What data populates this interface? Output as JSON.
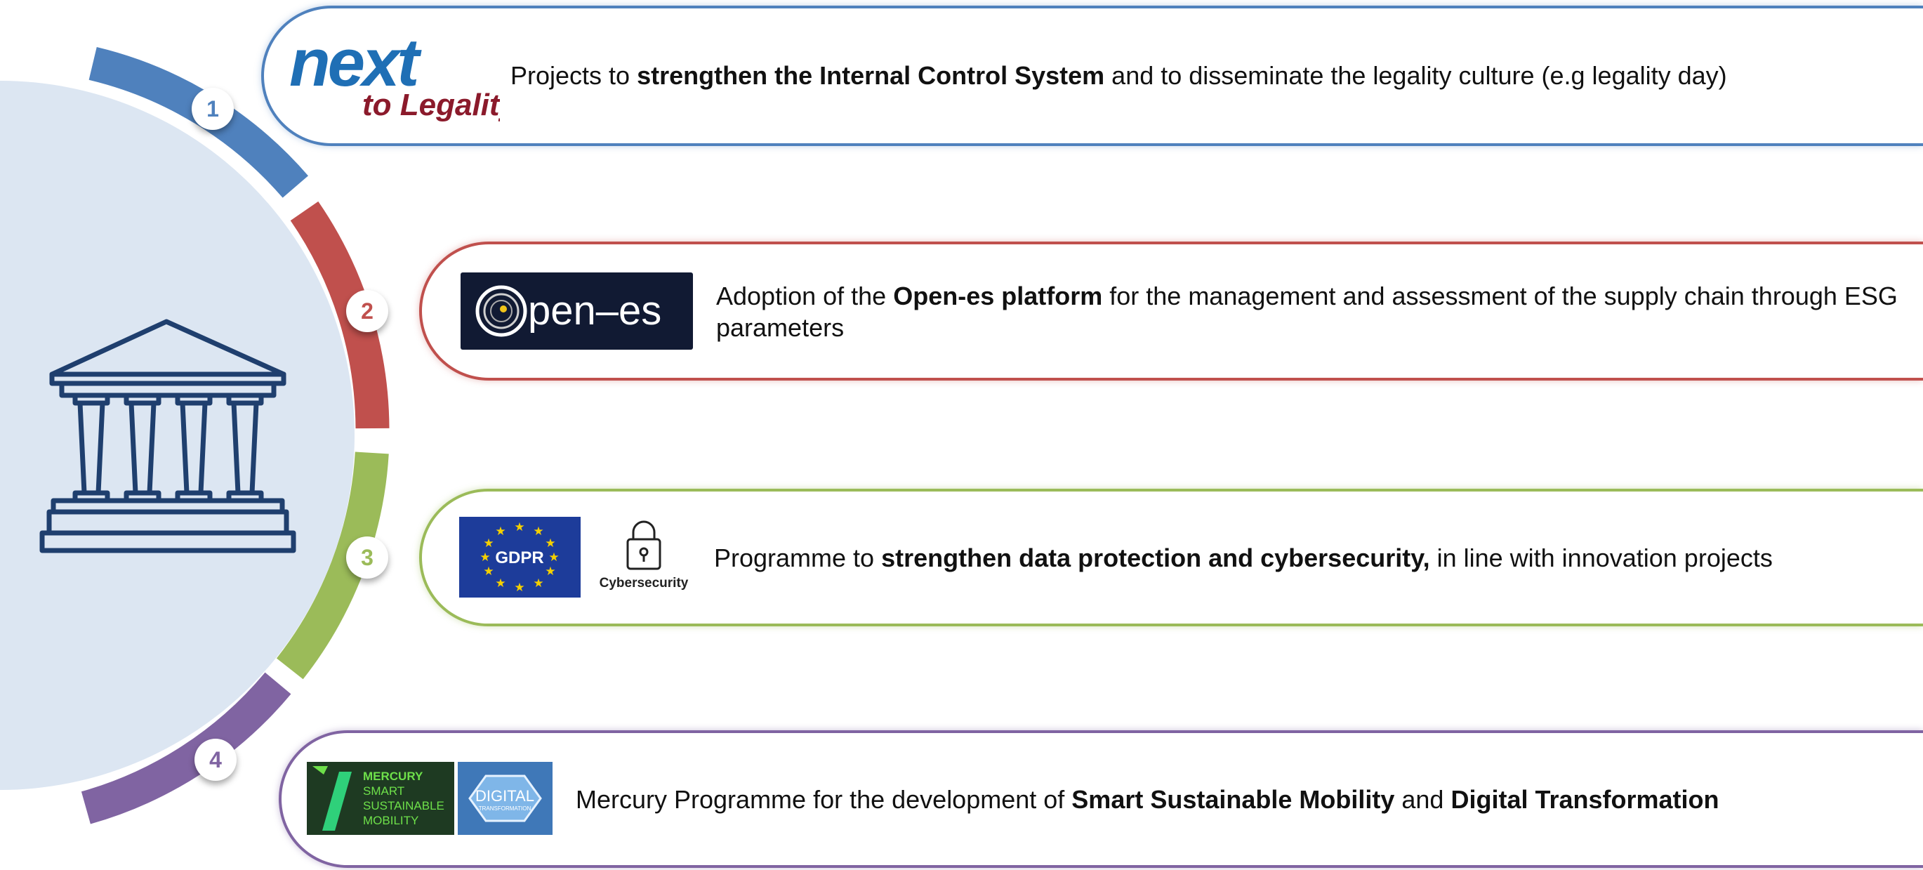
{
  "colors": {
    "blue": "#4f81bd",
    "red": "#c0504d",
    "green": "#9bbb59",
    "purple": "#8064a2",
    "circle_fill": "#dce6f2",
    "icon_navy": "#1f3f6e"
  },
  "center_icon": "institution-building-icon",
  "steps": [
    {
      "number": "1",
      "logo": {
        "brand": "next",
        "tagline": "to Legality"
      },
      "text": {
        "before": "Projects to ",
        "bold": "strengthen the Internal Control System",
        "after": " and to disseminate the legality culture (e.g legality day)"
      }
    },
    {
      "number": "2",
      "logo": {
        "brand": "pen–es",
        "initial": "O"
      },
      "text": {
        "before": "Adoption of the ",
        "bold": "Open-es platform",
        "after": " for the management and assessment of the supply chain through ESG parameters"
      }
    },
    {
      "number": "3",
      "logo": {
        "gdpr": "GDPR",
        "cyber": "Cybersecurity"
      },
      "text": {
        "before": "Programme to ",
        "bold": "strengthen data protection and cybersecurity,",
        "after": " in line with innovation projects"
      }
    },
    {
      "number": "4",
      "logo": {
        "mercury": [
          "MERCURY",
          "SMART",
          "SUSTAINABLE",
          "MOBILITY"
        ],
        "digital_main": "DIGITAL",
        "digital_sub": "TRANSFORMATION"
      },
      "text": {
        "before": "Mercury Programme for the development of ",
        "bold1": "Smart Sustainable Mobility",
        "middle": " and ",
        "bold2": "Digital Transformation"
      }
    }
  ]
}
